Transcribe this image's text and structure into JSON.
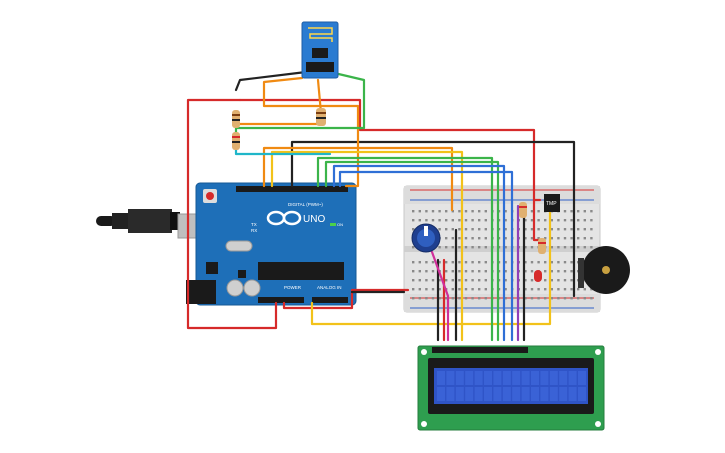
{
  "colors": {
    "board_blue": "#1e6fb8",
    "wifi_blue": "#2a7bd1",
    "breadboard": "#e2e2e2",
    "lcd_green": "#2e9e4f",
    "lcd_screen": "#2f54c7",
    "wire_red": "#d62a2a",
    "wire_orange": "#f08a12",
    "wire_yellow": "#f2c21a",
    "wire_green": "#3bb44a",
    "wire_blue": "#2f6fd6",
    "wire_black": "#222222",
    "wire_purple": "#8f3fb8",
    "wire_magenta": "#d02f9a",
    "wire_teal": "#1fb6c9"
  },
  "arduino": {
    "model_label": "UNO",
    "digital_label": "DIGITAL (PWM~)",
    "power_label": "POWER",
    "analog_label": "ANALOG IN",
    "tx_label": "TX",
    "rx_label": "RX",
    "on_label": "ON",
    "logo_icon": "infinity-logo-icon"
  },
  "sensor": {
    "label": "TMP"
  },
  "components": {
    "wifi_module": "esp8266-icon",
    "potentiometer": "potentiometer-icon",
    "buzzer": "buzzer-icon",
    "led": "red-led-icon",
    "usb_cable": "usb-cable-icon",
    "power_jack": "power-jack-icon"
  }
}
